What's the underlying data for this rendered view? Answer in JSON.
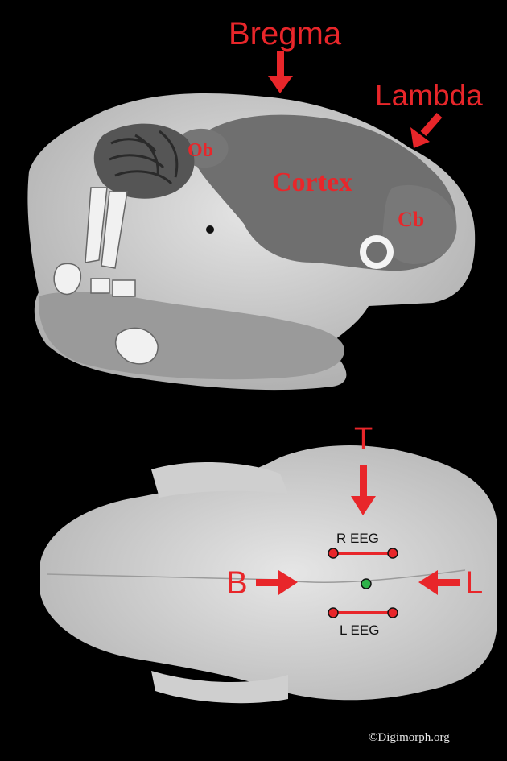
{
  "sagittal": {
    "labels": {
      "bregma": "Bregma",
      "lambda": "Lambda",
      "ob": "Ob",
      "cortex": "Cortex",
      "cb": "Cb"
    }
  },
  "dorsal": {
    "labels": {
      "t": "T",
      "b": "B",
      "l": "L",
      "r_eeg": "R EEG",
      "l_eeg": "L EEG"
    }
  },
  "credit": "©Digimorph.org",
  "colors": {
    "annotation_red": "#e8262a",
    "electrode_green": "#2fb34a",
    "background": "#000000",
    "bone": "#c9c9c9",
    "brain_tissue": "#6f6f6f"
  }
}
